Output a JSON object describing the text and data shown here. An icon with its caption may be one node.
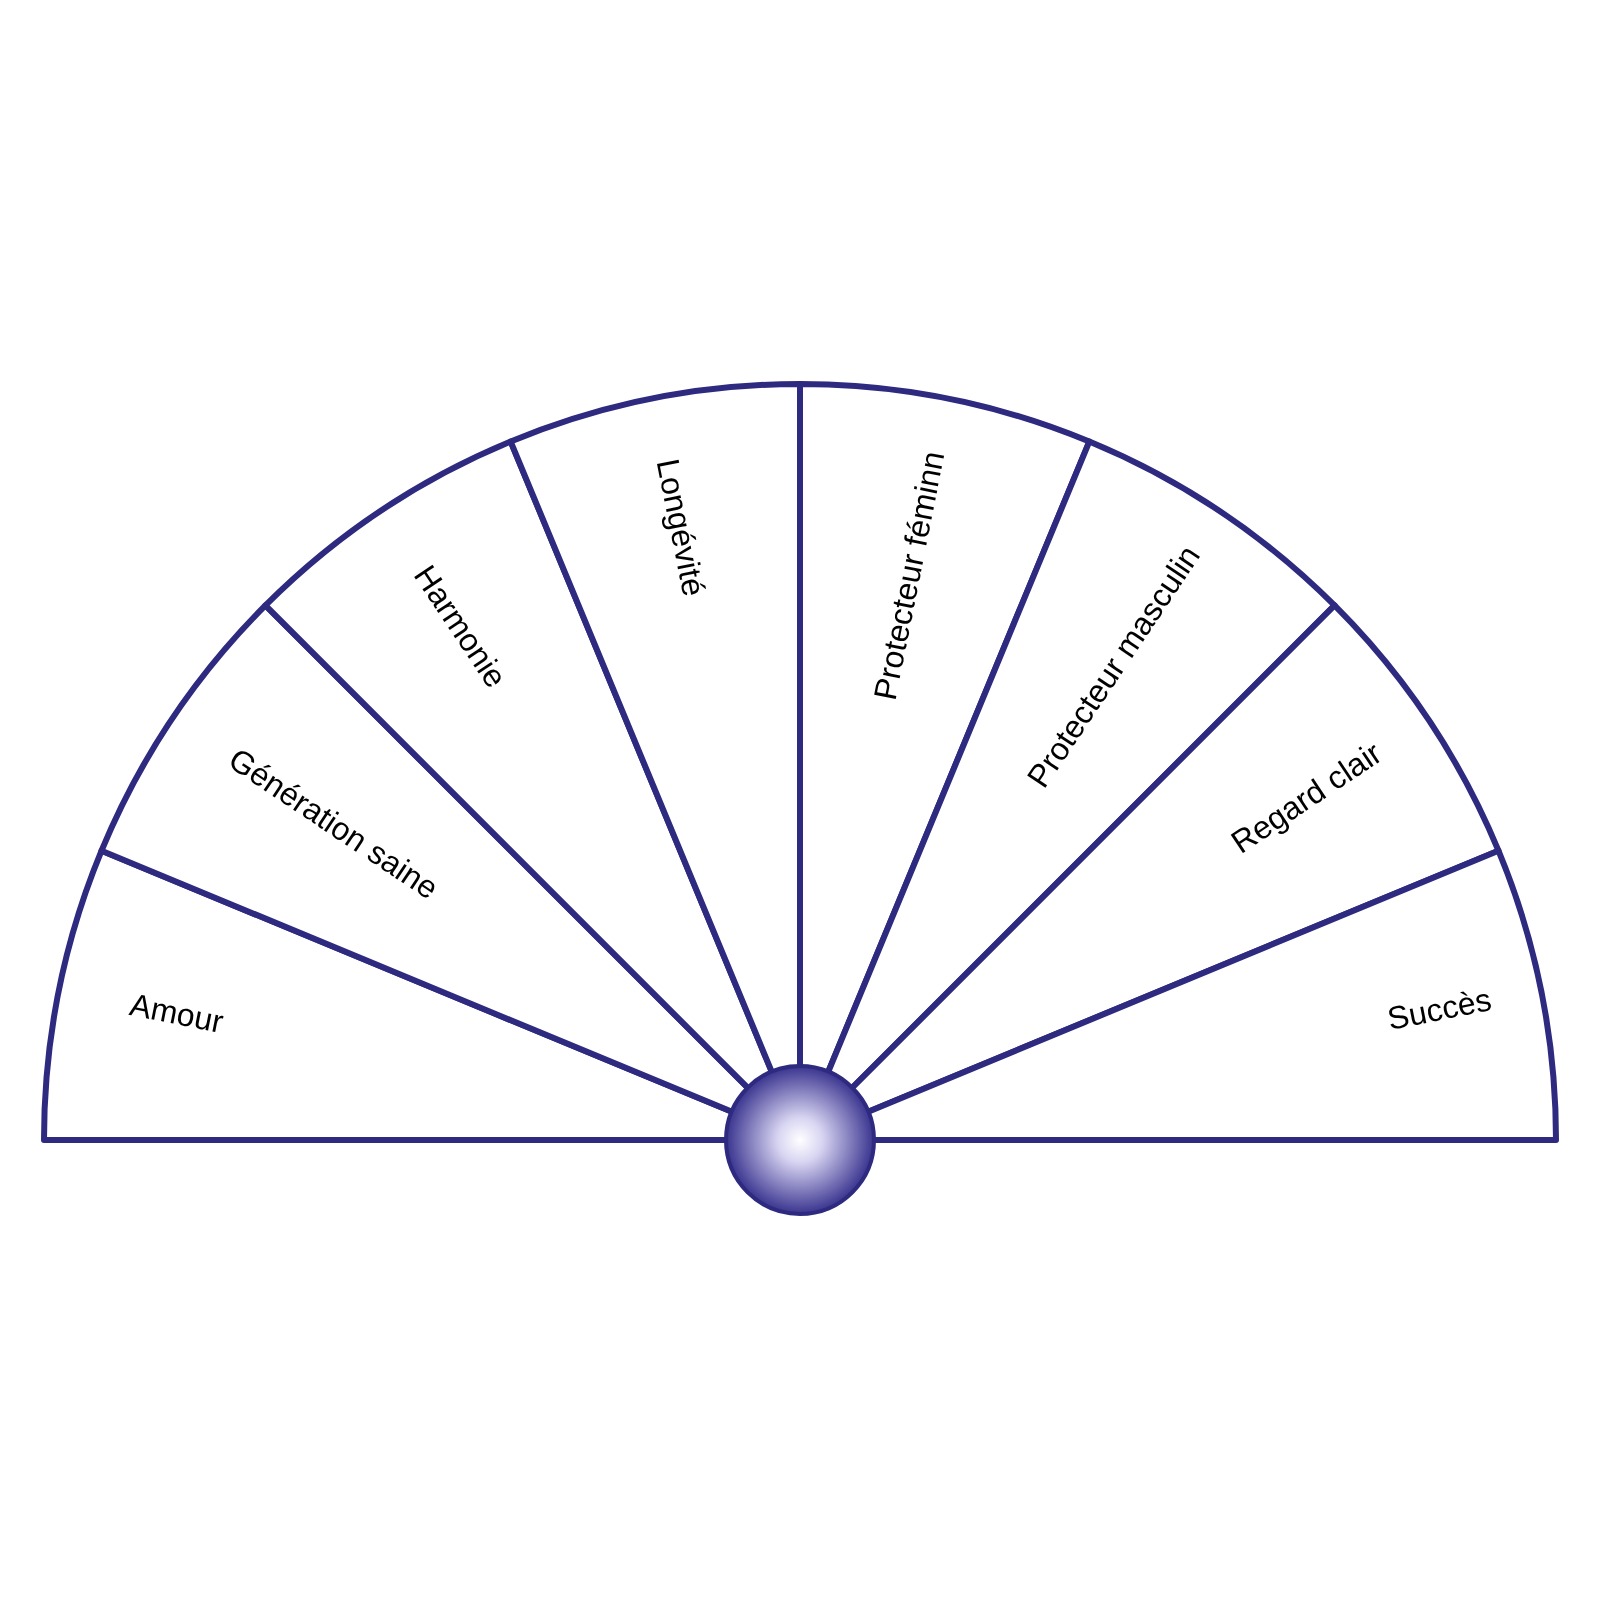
{
  "diagram": {
    "nodes": [
      {
        "text": [
          "Amour"
        ]
      },
      {
        "text": [
          "Génération saine"
        ]
      },
      {
        "text": [
          "Harmonie"
        ]
      },
      {
        "text": [
          "Longévité"
        ]
      },
      {
        "text": [
          "Protecteur féminn"
        ]
      },
      {
        "text": [
          "Protecteur masculin"
        ]
      },
      {
        "text": [
          "Regard clair"
        ]
      },
      {
        "text": [
          "Succès"
        ]
      }
    ]
  }
}
